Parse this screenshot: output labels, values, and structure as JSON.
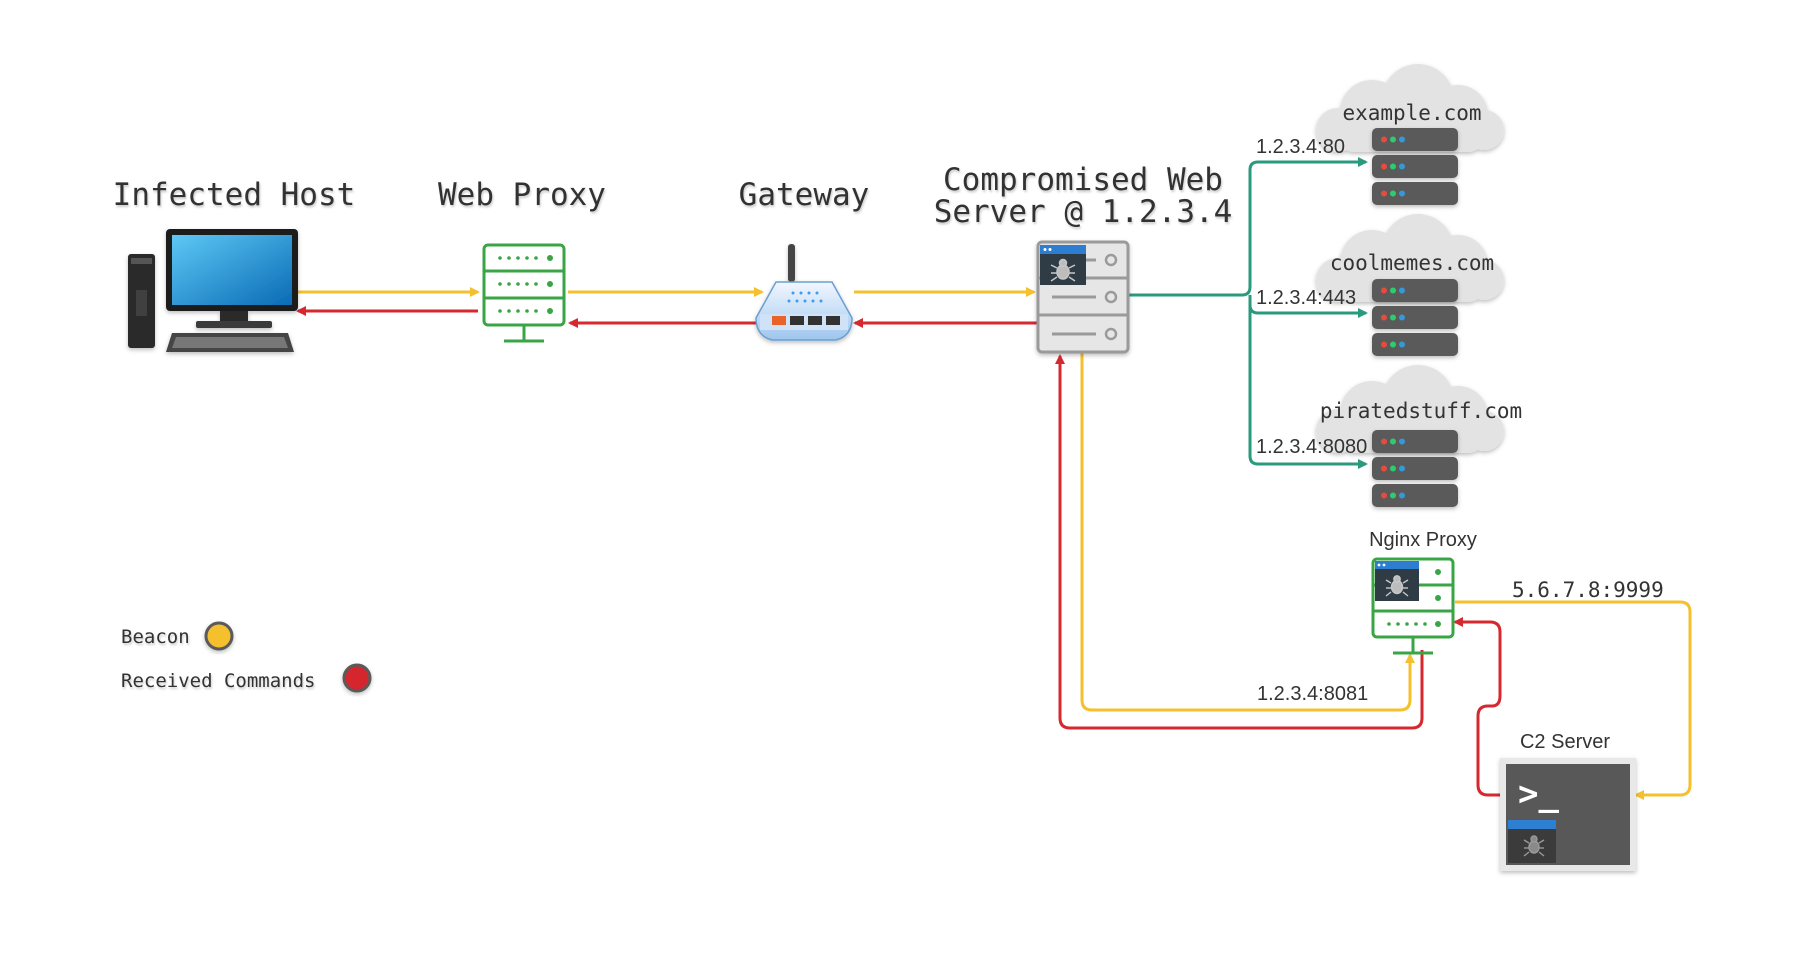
{
  "nodes": {
    "infected_host": "Infected Host",
    "web_proxy": "Web Proxy",
    "gateway": "Gateway",
    "compromised_server": [
      "Compromised Web",
      "Server @ 1.2.3.4"
    ],
    "nginx_proxy": "Nginx Proxy",
    "c2_server": "C2 Server"
  },
  "domains": [
    "example.com",
    "coolmemes.com",
    "piratedstuff.com"
  ],
  "ports": {
    "example": "1.2.3.4:80",
    "coolmemes": "1.2.3.4:443",
    "pirated": "1.2.3.4:8080",
    "nginx": "1.2.3.4:8081",
    "c2": "5.6.7.8:9999"
  },
  "legend": {
    "beacon": "Beacon",
    "received": "Received Commands"
  },
  "colors": {
    "beacon": "#f5c02e",
    "commands": "#d5282f",
    "forward": "#2a9a7e",
    "proxy_green": "#3aa545",
    "server_gray": "#5a5a5a"
  }
}
